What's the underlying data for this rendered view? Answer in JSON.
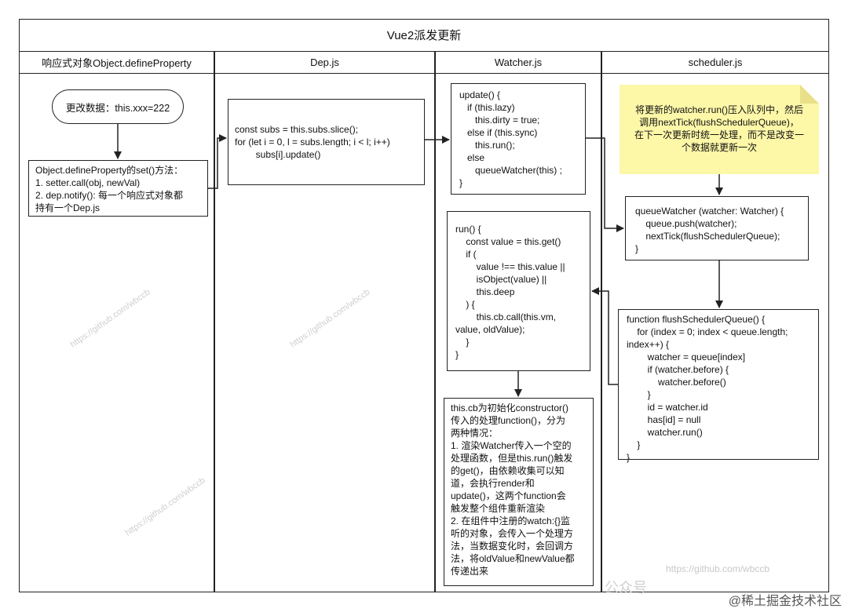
{
  "title": "Vue2派发更新",
  "columns": [
    "响应式对象Object.defineProperty",
    "Dep.js",
    "Watcher.js",
    "scheduler.js"
  ],
  "nodes": {
    "change_data": "更改数据：this.xxx=222",
    "define_property": "Object.defineProperty的set()方法：\n1. setter.call(obj, newVal)\n2. dep.notify(): 每一个响应式对象都\n持有一个Dep.js",
    "dep_notify": "const subs = this.subs.slice();\nfor (let i = 0, l = subs.length; i < l; i++)\n        subs[i].update()",
    "watcher_update": "update() {\n   if (this.lazy)\n      this.dirty = true;\n   else if (this.sync)\n      this.run();\n   else\n      queueWatcher(this) ;\n}",
    "watcher_run": "run() {\n    const value = this.get()\n    if (\n        value !== this.value ||\n        isObject(value) ||\n        this.deep\n    ) {\n        this.cb.call(this.vm,\nvalue, oldValue);\n    }\n}",
    "cb_note": "this.cb为初始化constructor()\n传入的处理function()，分为\n两种情况：\n1. 渲染Watcher传入一个空的\n处理函数，但是this.run()触发\n的get()，由依赖收集可以知\n道，会执行render和\nupdate()，这两个function会\n触发整个组件重新渲染\n2. 在组件中注册的watch:{}监\n听的对象，会传入一个处理方\n法，当数据变化时，会回调方\n法，将oldValue和newValue都\n传递出来",
    "scheduler_note": "将更新的watcher.run()压入队列中，然后\n调用nextTick(flushSchedulerQueue)，\n在下一次更新时统一处理，而不是改变一\n个数据就更新一次",
    "queue_watcher": "queueWatcher (watcher: Watcher) {\n    queue.push(watcher);\n    nextTick(flushSchedulerQueue);\n}",
    "flush_queue": "function flushSchedulerQueue() {\n    for (index = 0; index < queue.length;\nindex++) {\n        watcher = queue[index]\n        if (watcher.before) {\n            watcher.before()\n        }\n        id = watcher.id\n        has[id] = null\n        watcher.run()\n    }\n}"
  },
  "watermarks": {
    "github": "https://github.com/wbccb",
    "wechat": "公众号",
    "site": "@稀土掘金技术社区"
  }
}
